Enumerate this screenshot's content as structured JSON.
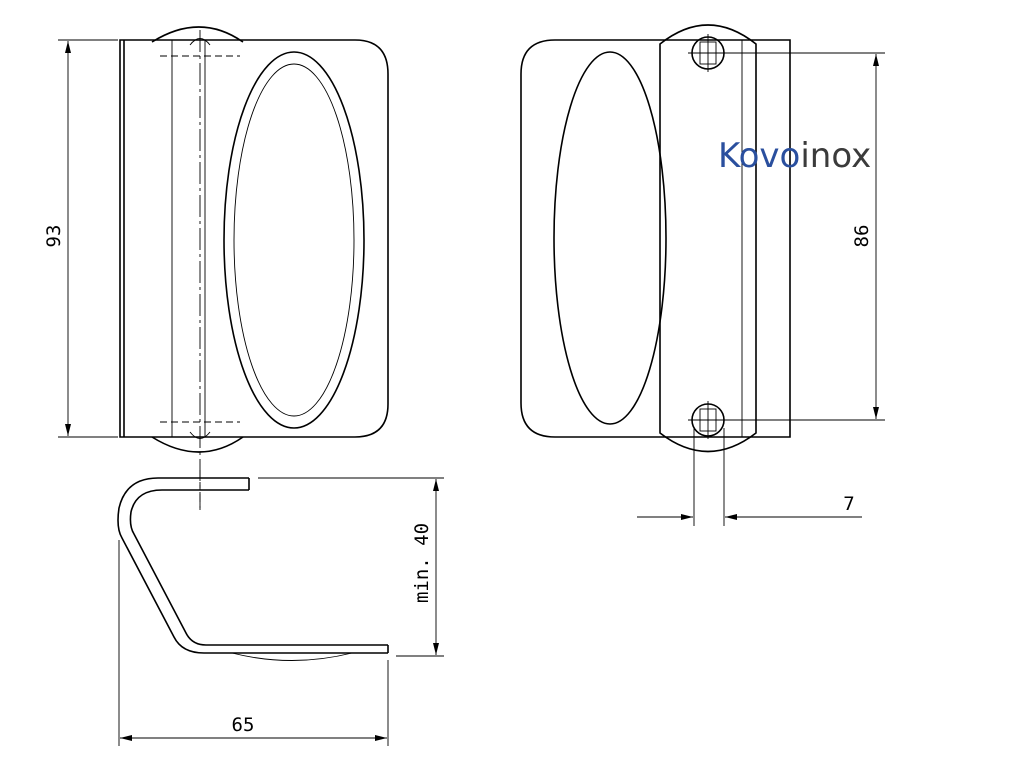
{
  "dimensions": {
    "height_left": "93",
    "hole_spacing": "86",
    "hole_width": "7",
    "min_clearance": "min. 40",
    "depth": "65"
  },
  "logo": {
    "part1": "Kovo",
    "part2": "inox",
    "color1": "#2a4f9e",
    "color2": "#3b3b3b"
  },
  "colors": {
    "line": "#000000",
    "background": "#ffffff"
  }
}
